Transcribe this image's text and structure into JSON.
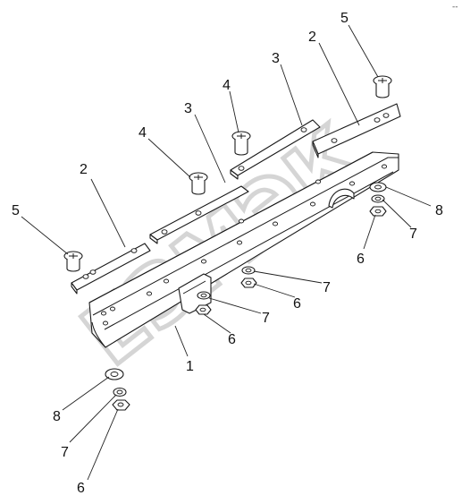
{
  "diagram": {
    "watermark": "ЕЗМЭК",
    "corner_mark": "--",
    "callouts": [
      {
        "id": "c1",
        "label": "1"
      },
      {
        "id": "c2a",
        "label": "2"
      },
      {
        "id": "c2b",
        "label": "2"
      },
      {
        "id": "c3a",
        "label": "3"
      },
      {
        "id": "c3b",
        "label": "3"
      },
      {
        "id": "c4a",
        "label": "4"
      },
      {
        "id": "c4b",
        "label": "4"
      },
      {
        "id": "c5a",
        "label": "5"
      },
      {
        "id": "c5b",
        "label": "5"
      },
      {
        "id": "c6a",
        "label": "6"
      },
      {
        "id": "c6b",
        "label": "6"
      },
      {
        "id": "c6c",
        "label": "6"
      },
      {
        "id": "c6d",
        "label": "6"
      },
      {
        "id": "c7a",
        "label": "7"
      },
      {
        "id": "c7b",
        "label": "7"
      },
      {
        "id": "c7c",
        "label": "7"
      },
      {
        "id": "c7d",
        "label": "7"
      },
      {
        "id": "c8a",
        "label": "8"
      },
      {
        "id": "c8b",
        "label": "8"
      }
    ]
  }
}
